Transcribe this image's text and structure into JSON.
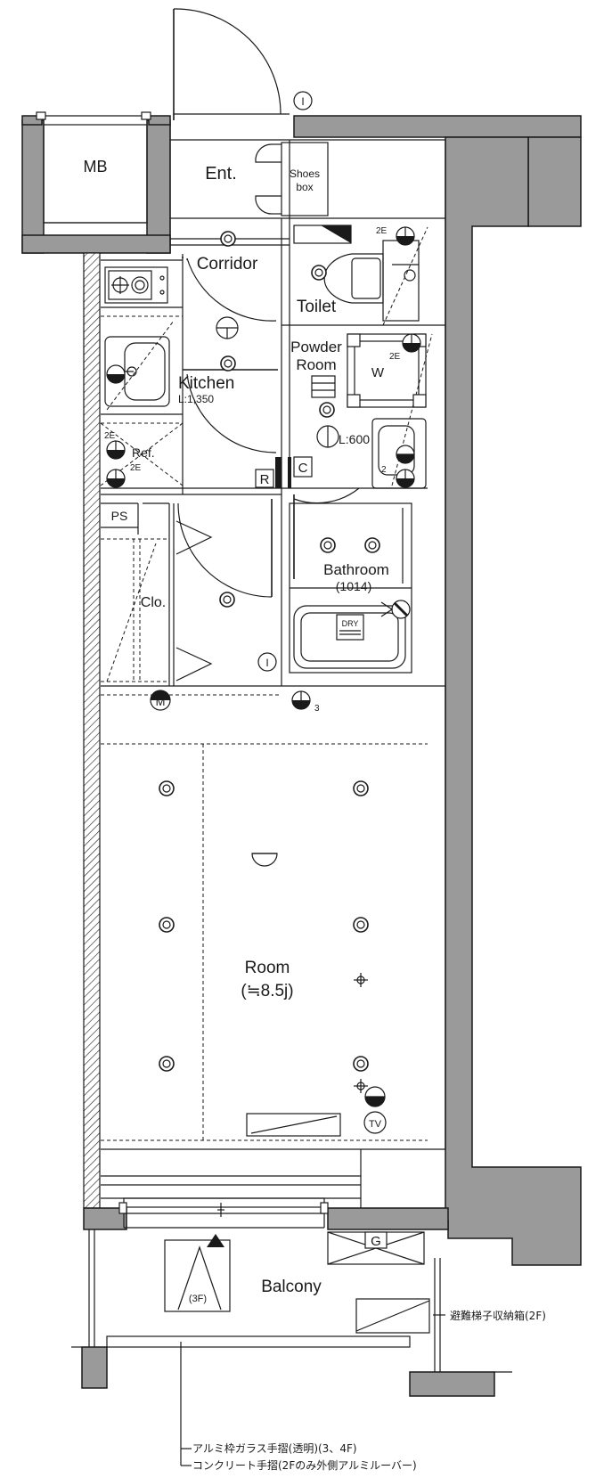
{
  "rooms": {
    "mb": "MB",
    "entrance": "Ent.",
    "shoes_box_line1": "Shoes",
    "shoes_box_line2": "box",
    "corridor": "Corridor",
    "toilet": "Toilet",
    "powder_room_line1": "Powder",
    "powder_room_line2": "Room",
    "kitchen": "Kitchen",
    "kitchen_size": "L:1,350",
    "refrigerator": "Ref.",
    "pipe_space": "PS",
    "closet": "Clo.",
    "bathroom": "Bathroom",
    "bathroom_size": "(1014)",
    "main_room": "Room",
    "main_room_size": "(≒8.5j)",
    "balcony": "Balcony"
  },
  "fixtures": {
    "washer": "W",
    "vanity_size": "L:600",
    "dryer": "DRY",
    "gas_meter": "G",
    "fire_escape_floor": "(3F)",
    "remote_r": "R",
    "remote_c": "C",
    "intercom_i": "I",
    "multimedia_m": "M",
    "tv": "TV",
    "outlet_2e": "2E",
    "outlet_2": "2",
    "outlet_3": "3"
  },
  "notes": {
    "ladder_box": "避難梯子収納箱(2F)",
    "rail_glass": "アルミ枠ガラス手摺(透明)(3、4F)",
    "rail_concrete": "コンクリート手摺(2Fのみ外側アルミルーバー)"
  }
}
